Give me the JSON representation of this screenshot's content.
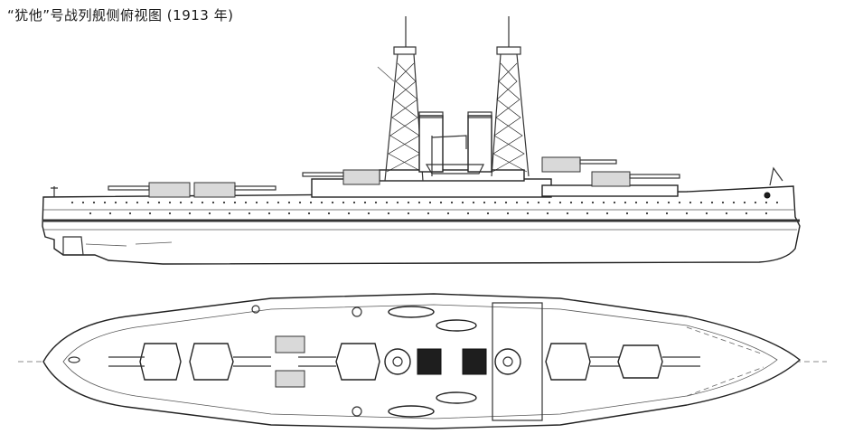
{
  "title": "“犹他”号战列舰侧俯视图 (1913 年)",
  "views": [
    {
      "id": "side-elevation"
    },
    {
      "id": "top-plan"
    }
  ]
}
